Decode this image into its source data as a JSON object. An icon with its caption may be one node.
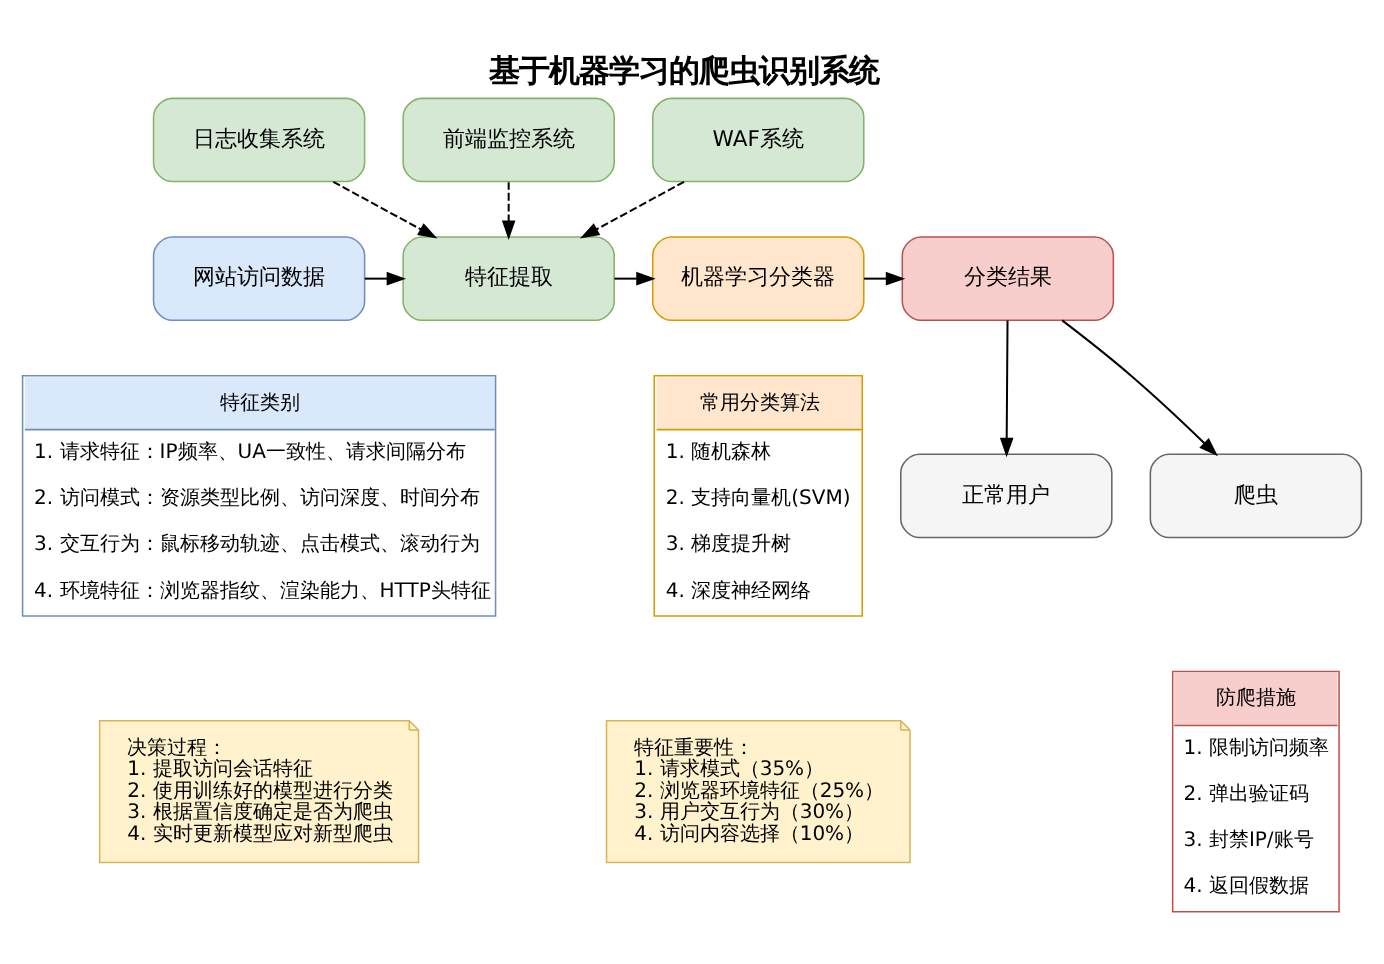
{
  "diagram": {
    "title": "基于机器学习的爬虫识别系统",
    "nodes": [
      {
        "text": [
          "日志收集系统"
        ]
      },
      {
        "text": [
          "前端监控系统"
        ]
      },
      {
        "text": [
          "WAF系统"
        ]
      },
      {
        "text": [
          "网站访问数据"
        ]
      },
      {
        "text": [
          "特征提取"
        ]
      },
      {
        "text": [
          "机器学习分类器"
        ]
      },
      {
        "text": [
          "分类结果"
        ]
      },
      {
        "text": [
          "正常用户"
        ]
      },
      {
        "text": [
          "爬虫"
        ]
      },
      {
        "text": [
          "特征类别",
          "1. 请求特征：IP频率、UA一致性、请求间隔分布",
          "2. 访问模式：资源类型比例、访问深度、时间分布",
          "3. 交互行为：鼠标移动轨迹、点击模式、滚动行为",
          "4. 环境特征：浏览器指纹、渲染能力、HTTP头特征"
        ]
      },
      {
        "text": [
          "常用分类算法",
          "1. 随机森林",
          "2. 支持向量机(SVM)",
          "3. 梯度提升树",
          "4. 深度神经网络"
        ]
      },
      {
        "text": [
          "防爬措施",
          "1. 限制访问频率",
          "2. 弹出验证码",
          "3. 封禁IP/账号",
          "4. 返回假数据"
        ]
      },
      {
        "text": [
          "决策过程：",
          "1. 提取访问会话特征",
          "2. 使用训练好的模型进行分类",
          "3. 根据置信度确定是否为爬虫",
          "4. 实时更新模型应对新型爬虫"
        ]
      },
      {
        "text": [
          "特征重要性：",
          "1. 请求模式（35%）",
          "2. 浏览器环境特征（25%）",
          "3. 用户交互行为（30%）",
          "4. 访问内容选择（10%）"
        ]
      }
    ],
    "edges": [
      {
        "from": 0,
        "to": 4,
        "arrow": "to",
        "style": "dashed"
      },
      {
        "from": 1,
        "to": 4,
        "arrow": "to",
        "style": "dashed"
      },
      {
        "from": 2,
        "to": 4,
        "arrow": "to",
        "style": "dashed"
      },
      {
        "from": 3,
        "to": 4,
        "arrow": "to"
      },
      {
        "from": 4,
        "to": 5,
        "arrow": "to"
      },
      {
        "from": 5,
        "to": 6,
        "arrow": "to"
      },
      {
        "from": 6,
        "to": 7,
        "arrow": "to"
      },
      {
        "from": 6,
        "to": 8,
        "arrow": "to"
      }
    ]
  }
}
